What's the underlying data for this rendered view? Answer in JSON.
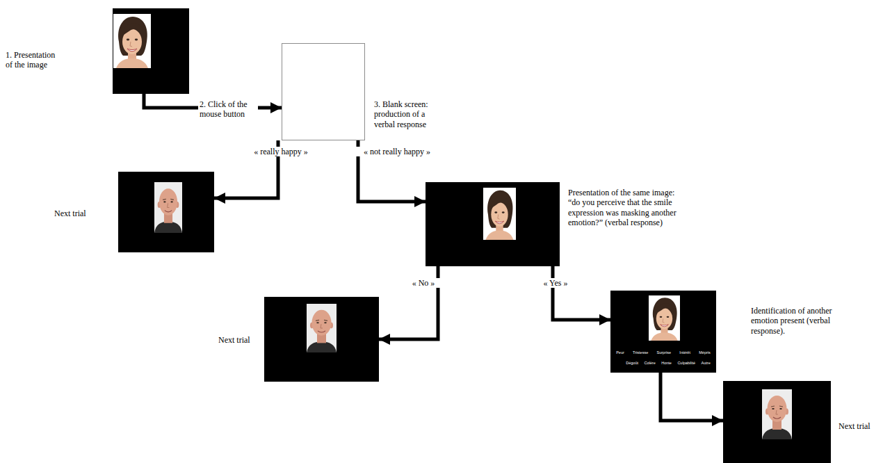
{
  "diagram": {
    "nodes": [
      {
        "text": [
          "1. Presentation of the image"
        ]
      },
      {
        "text": [
          "3. Blank screen: production of a verbal response"
        ]
      },
      {
        "text": [
          "Next trial"
        ]
      },
      {
        "text": [
          "Presentation of the same image: “do you perceive that the smile expression was masking another emotion?” (verbal response)"
        ]
      },
      {
        "text": [
          "Next trial"
        ]
      },
      {
        "text": [
          "Identification of another emotion present (verbal response).",
          "Peur",
          "Tristesse",
          "Surprise",
          "Intérêt",
          "Mépris",
          "Dégoût",
          "Colère",
          "Honte",
          "Culpabilité",
          "Autre"
        ]
      },
      {
        "text": [
          "Next trial"
        ]
      }
    ],
    "edges": [
      {
        "from": 0,
        "to": 1,
        "label": "2. Click of the mouse button",
        "arrow": "to"
      },
      {
        "from": 1,
        "to": 2,
        "label": "« really happy »",
        "arrow": "to"
      },
      {
        "from": 1,
        "to": 3,
        "label": "« not really happy »",
        "arrow": "to"
      },
      {
        "from": 3,
        "to": 4,
        "label": "« No »",
        "arrow": "to"
      },
      {
        "from": 3,
        "to": 5,
        "label": "« Yes »",
        "arrow": "to"
      },
      {
        "from": 5,
        "to": 6,
        "arrow": "to"
      }
    ]
  }
}
